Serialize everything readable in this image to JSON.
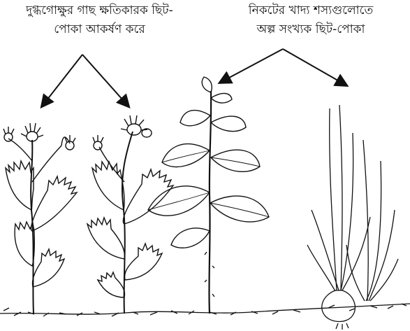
{
  "captions": {
    "left": {
      "line1": "দুগ্ধগোক্ষুর গাছ ক্ষতিকারক ছিট-",
      "line2": "পোকা আকর্ষণ করে"
    },
    "right": {
      "line1": "নিকটের খাদ্য শস্যগুলোতে",
      "line2": "অল্প সংখ্যক ছিট-পোকা"
    }
  },
  "plants": [
    {
      "id": "thistle-1",
      "type": "milk thistle"
    },
    {
      "id": "thistle-2",
      "type": "milk thistle"
    },
    {
      "id": "leafy-crop",
      "type": "leafy food crop"
    },
    {
      "id": "onion",
      "type": "onion"
    }
  ],
  "colors": {
    "ink": "#111111",
    "background": "#ffffff"
  }
}
